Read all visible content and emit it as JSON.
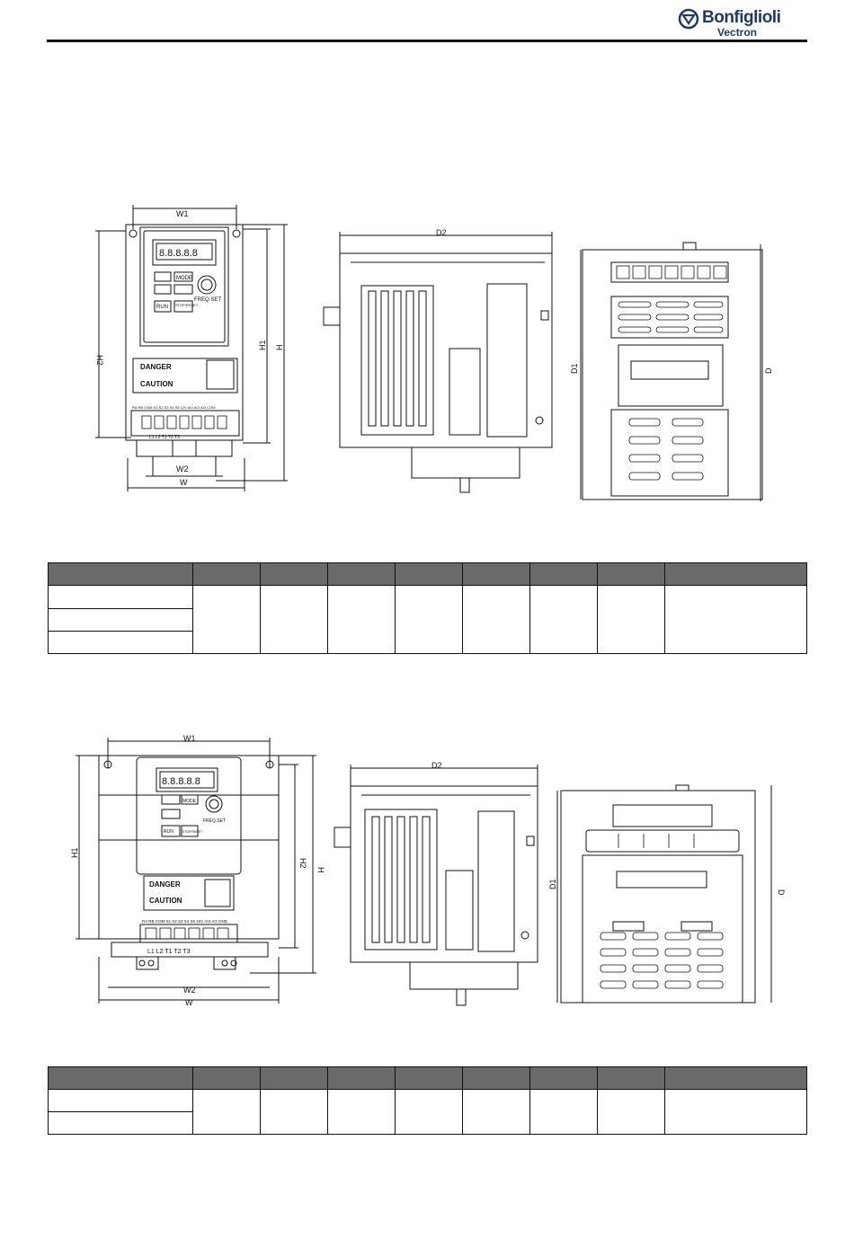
{
  "header": {
    "logo_brand": "Bonfiglioli",
    "logo_sub": "Vectron"
  },
  "drawing1": {
    "dim_w1": "W1",
    "dim_h2": "H2",
    "dim_h1": "H1",
    "dim_h": "H",
    "dim_w2": "W2",
    "dim_w": "W",
    "dim_d2": "D2",
    "dim_d1": "D1",
    "dim_d": "D",
    "display_digits": "8.8.8.8.8",
    "mode_key": "MODE",
    "run_key": "RUN",
    "reset_key": "STOP/RESET",
    "freq_label": "FREQ.SET",
    "danger_label": "DANGER",
    "caution_label": "CAUTION",
    "terminal_top": "RA  RB  COM  S1  S2  S3  S4  S5  12V  AVI  ACI  AO  COM",
    "terminal_power": "L1        L2    T1    T2    T3"
  },
  "drawing2": {
    "dim_w1": "W1",
    "dim_h1": "H1",
    "dim_h2": "H2",
    "dim_h": "H",
    "dim_w2": "W2",
    "dim_w": "W",
    "dim_d2": "D2",
    "dim_d1": "D1",
    "dim_d": "D",
    "display_digits": "8.8.8.8.8",
    "mode_key": "MODE",
    "run_key": "RUN",
    "reset_key": "STOP/RESET",
    "freq_label": "FREQ.SET",
    "danger_label": "DANGER",
    "caution_label": "CAUTION",
    "terminal_top": "RA RB COM S1 S2 S3 S4 S5 10V AVI AO GND",
    "terminal_power": "L1    L2   T1   T2   T3"
  }
}
